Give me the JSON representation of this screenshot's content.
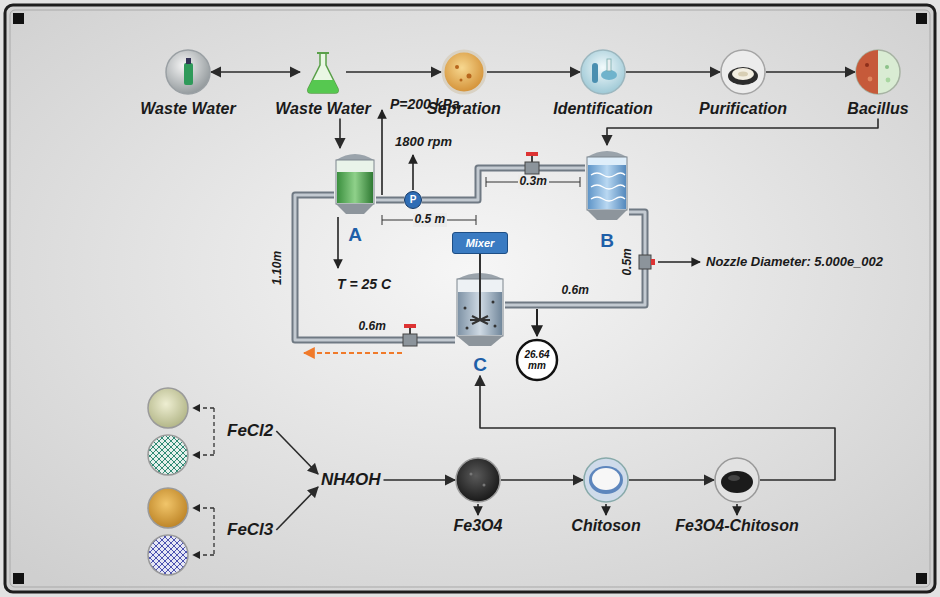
{
  "diagram": {
    "nodes": [
      {
        "text": [
          "Waste Water"
        ]
      },
      {
        "text": [
          "Waste Water"
        ]
      },
      {
        "text": [
          "Sepration"
        ]
      },
      {
        "text": [
          "Identification"
        ]
      },
      {
        "text": [
          "Purification"
        ]
      },
      {
        "text": [
          "Bacillus"
        ]
      },
      {
        "text": [
          "A"
        ]
      },
      {
        "text": [
          "P"
        ]
      },
      {
        "text": [
          "B"
        ]
      },
      {
        "text": [
          "Mixer"
        ]
      },
      {
        "text": [
          "C"
        ]
      },
      {
        "text": [
          "26.64 mm"
        ]
      },
      {
        "text": [
          "FeCl2"
        ]
      },
      {
        "text": [
          "FeCl3"
        ]
      },
      {
        "text": [
          "NH4OH"
        ]
      },
      {
        "text": [
          "Fe3O4"
        ]
      },
      {
        "text": [
          "Chitoson"
        ]
      },
      {
        "text": [
          "Fe3O4-Chitoson"
        ]
      }
    ],
    "edges": [
      {
        "from": 1,
        "to": 0,
        "arrow": "both"
      },
      {
        "from": 1,
        "to": 2,
        "arrow": "to"
      },
      {
        "from": 2,
        "to": 3,
        "arrow": "to"
      },
      {
        "from": 3,
        "to": 4,
        "arrow": "to"
      },
      {
        "from": 4,
        "to": 5,
        "arrow": "to"
      },
      {
        "from": 1,
        "to": 6,
        "arrow": "to"
      },
      {
        "from": 5,
        "to": 8,
        "arrow": "to"
      },
      {
        "from": 6,
        "to": 7,
        "arrow": "none"
      },
      {
        "from": 7,
        "to": 8,
        "arrow": "none"
      },
      {
        "from": 8,
        "to": 10,
        "arrow": "none"
      },
      {
        "from": 10,
        "to": 6,
        "arrow": "none"
      },
      {
        "from": 12,
        "to": 14,
        "arrow": "to"
      },
      {
        "from": 13,
        "to": 14,
        "arrow": "to"
      },
      {
        "from": 14,
        "to": 15,
        "arrow": "to"
      },
      {
        "from": 15,
        "to": 16,
        "arrow": "to"
      },
      {
        "from": 16,
        "to": 17,
        "arrow": "to"
      },
      {
        "from": 17,
        "to": 10,
        "arrow": "to"
      }
    ],
    "labels": [
      "P=200 kPa",
      "1800 rpm",
      "0.5 m",
      "0.3m",
      "0.5m",
      "Nozzle Diameter: 5.000e_002",
      "0.6m",
      "0.6m",
      "1.10m",
      "T = 25 C"
    ]
  }
}
